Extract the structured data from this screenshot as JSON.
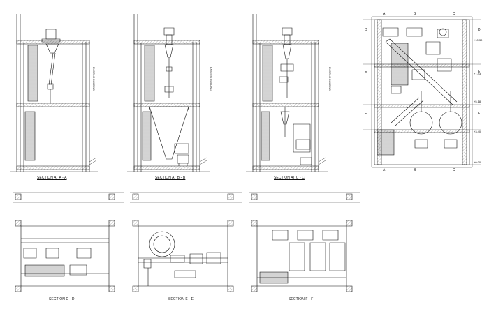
{
  "sections": {
    "a": {
      "caption": "SECTION AT A - A",
      "vertical_note": "EXISTING BUILDING"
    },
    "b": {
      "caption": "SECTION AT B - B",
      "vertical_note": "EXISTING BUILDING"
    },
    "c": {
      "caption": "SECTION AT C - C",
      "vertical_note": "EXISTING BUILDING"
    },
    "d": {
      "caption": "SECTION D - D"
    },
    "e": {
      "caption": "SECTION E - E"
    },
    "f": {
      "caption": "SECTION F - F"
    }
  },
  "plan": {
    "marks_top": [
      "A",
      "B",
      "C"
    ],
    "marks_bottom": [
      "A",
      "B",
      "C"
    ],
    "marks_left": [
      "D",
      "E",
      "F"
    ],
    "marks_right": [
      "D",
      "E",
      "F"
    ],
    "elevations": [
      "+10.30",
      "+7.43",
      "+5.18",
      "+3.40",
      "+0.00"
    ]
  }
}
